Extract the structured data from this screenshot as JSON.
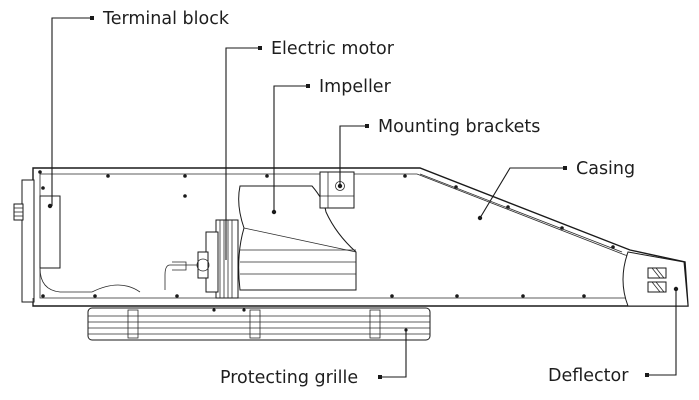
{
  "labels": {
    "terminal_block": "Terminal block",
    "electric_motor": "Electric motor",
    "impeller": "Impeller",
    "mounting_brackets": "Mounting brackets",
    "casing": "Casing",
    "protecting_grille": "Protecting grille",
    "deflector": "Deflector"
  },
  "colors": {
    "line": "#1a1a1a",
    "text": "#1e1e1e",
    "background": "#ffffff"
  }
}
